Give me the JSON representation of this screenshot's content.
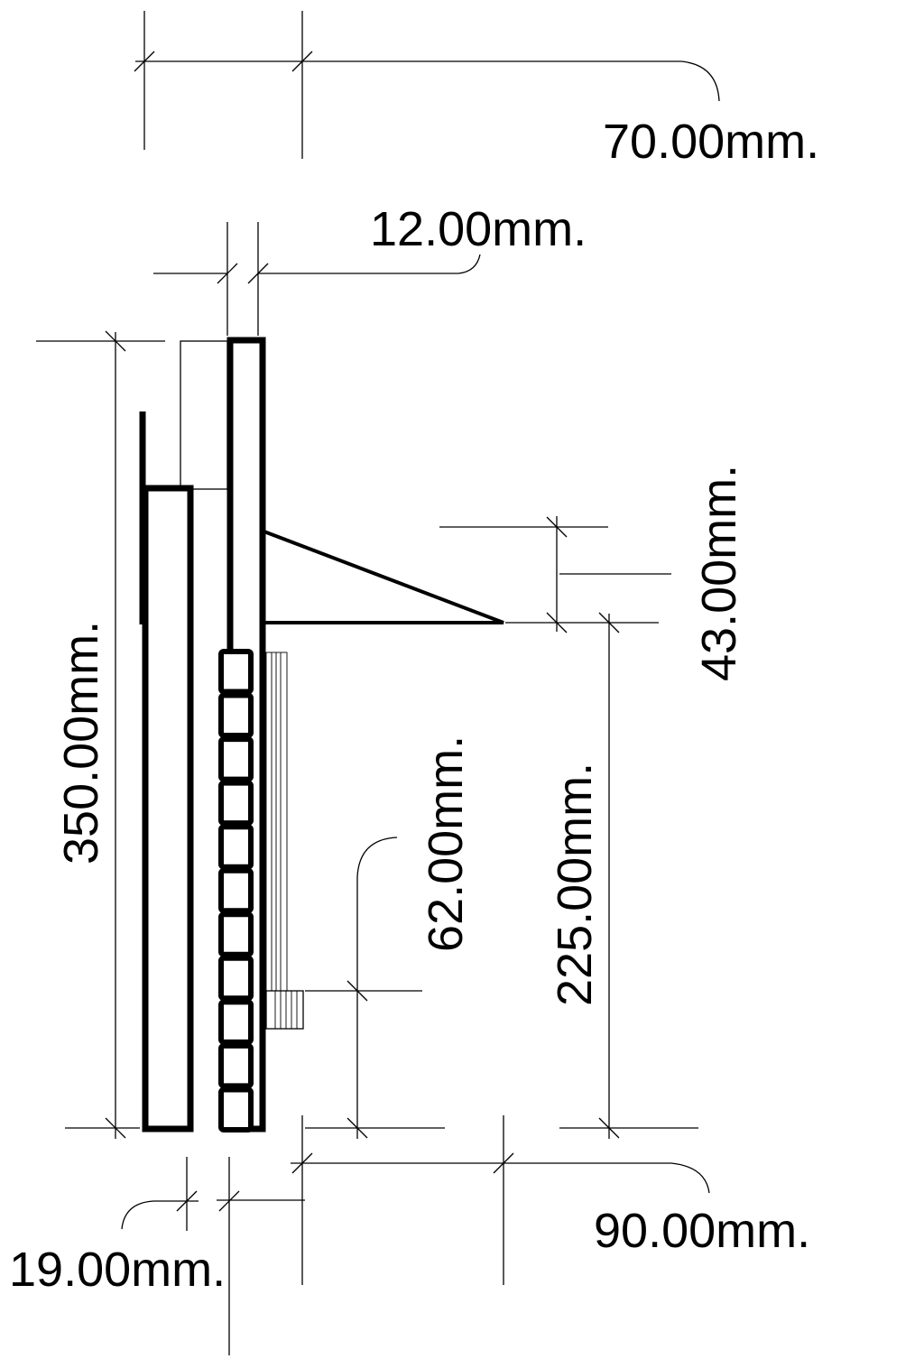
{
  "dimensions": {
    "top_width": "70.00mm.",
    "upper_gap": "12.00mm.",
    "overall_height": "350.00mm.",
    "bracket_height": "43.00mm.",
    "step_height": "62.00mm.",
    "lower_height": "225.00mm.",
    "base_depth": "90.00mm.",
    "board_gap": "19.00mm."
  },
  "colors": {
    "line": "#000000",
    "background": "#ffffff"
  }
}
